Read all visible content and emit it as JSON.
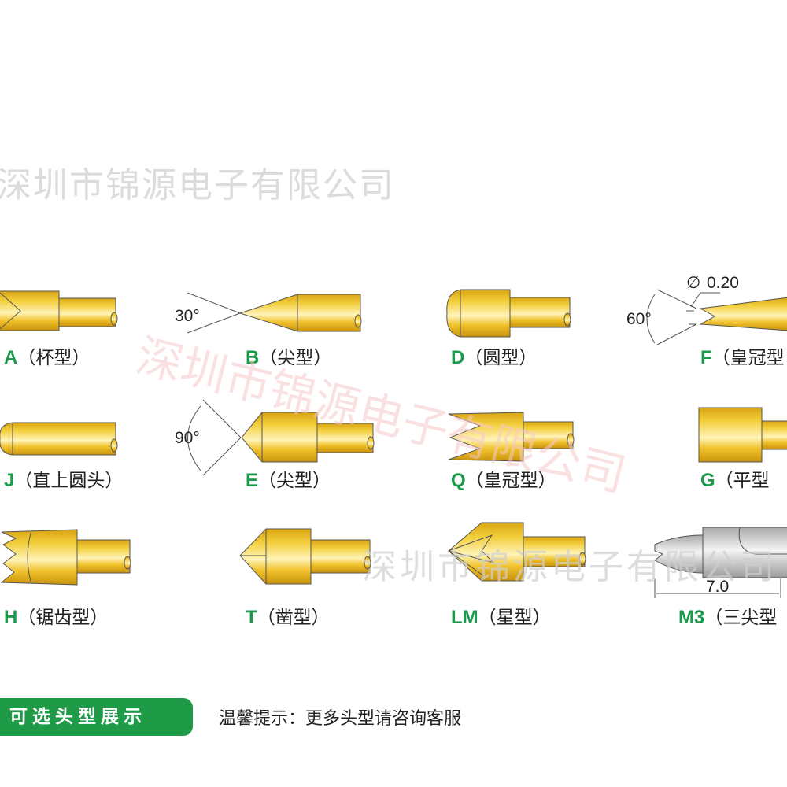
{
  "watermark": "深圳市锦源电子有限公司",
  "colors": {
    "gold": "#e8b820",
    "accent_green": "#1f9a47",
    "label_green": "#1a9a4a",
    "silver": "#c8c8c8"
  },
  "pins": [
    {
      "code": "A",
      "name": "（杯型）"
    },
    {
      "code": "B",
      "name": "（尖型）",
      "angle": "30°"
    },
    {
      "code": "D",
      "name": "（圆型）"
    },
    {
      "code": "F",
      "name": "（皇冠型",
      "angle": "60°",
      "diameter": "0.20"
    },
    {
      "code": "J",
      "name": "（直上圆头）"
    },
    {
      "code": "E",
      "name": "（尖型）",
      "angle": "90°"
    },
    {
      "code": "Q",
      "name": "（皇冠型）"
    },
    {
      "code": "G",
      "name": "（平型"
    },
    {
      "code": "H",
      "name": "（锯齿型）"
    },
    {
      "code": "T",
      "name": "（凿型）"
    },
    {
      "code": "LM",
      "name": "（星型）"
    },
    {
      "code": "M3",
      "name": "（三尖型",
      "dimension": "7.0"
    }
  ],
  "banner": {
    "title": "可选头型展示",
    "note": "温馨提示：更多头型请咨询客服"
  }
}
